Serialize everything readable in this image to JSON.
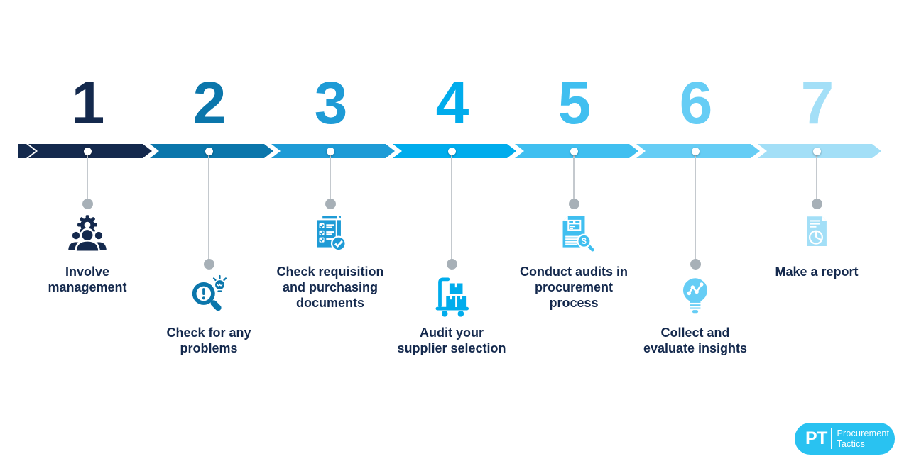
{
  "steps": [
    {
      "number": "1",
      "color": "#14294D",
      "icon": "management-icon",
      "label_lines": [
        "Involve",
        "management"
      ],
      "row": "high"
    },
    {
      "number": "2",
      "color": "#0B76AB",
      "icon": "search-problems-icon",
      "label_lines": [
        "Check for any",
        "problems"
      ],
      "row": "low"
    },
    {
      "number": "3",
      "color": "#1E9BD6",
      "icon": "checklist-icon",
      "label_lines": [
        "Check requisition",
        "and purchasing",
        "documents"
      ],
      "row": "high"
    },
    {
      "number": "4",
      "color": "#00ACEC",
      "icon": "cart-icon",
      "label_lines": [
        "Audit your",
        "supplier selection"
      ],
      "row": "low"
    },
    {
      "number": "5",
      "color": "#40BFF0",
      "icon": "audit-doc-icon",
      "label_lines": [
        "Conduct audits in",
        "procurement",
        "process"
      ],
      "row": "high"
    },
    {
      "number": "6",
      "color": "#66CDF5",
      "icon": "insights-bulb-icon",
      "label_lines": [
        "Collect and",
        "evaluate insights"
      ],
      "row": "low"
    },
    {
      "number": "7",
      "color": "#A3DFF7",
      "icon": "report-icon",
      "label_lines": [
        "Make a report"
      ],
      "row": "high"
    }
  ],
  "palette": {
    "background": "#FFFFFF",
    "label_text": "#14294D",
    "connector": "#C4C9CE",
    "end_dot": "#A7B0B7",
    "marker_dot": "#FFFFFF"
  },
  "logo": {
    "abbr": "PT",
    "name_line1": "Procurement",
    "name_line2": "Tactics",
    "bg": "#29C2F1",
    "fg": "#FFFFFF"
  }
}
